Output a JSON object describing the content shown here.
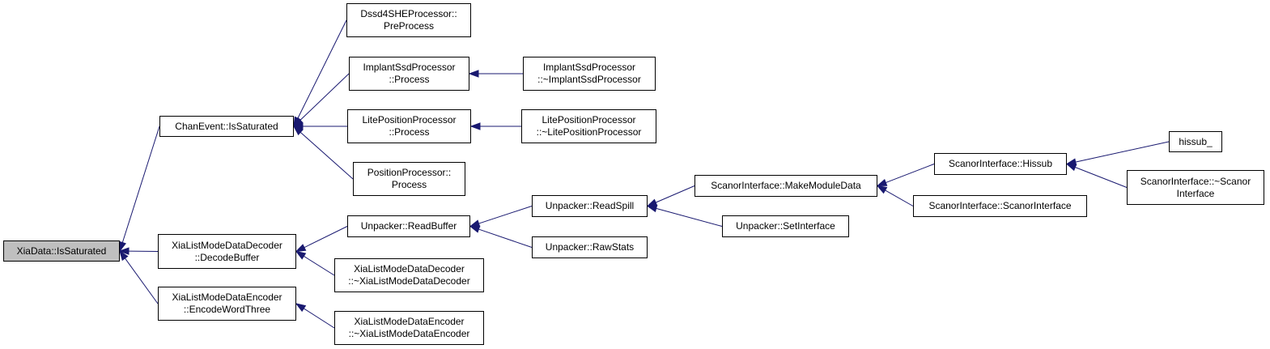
{
  "colors": {
    "edge": "#191970",
    "root_fill": "#bfbfbf",
    "node_fill": "#ffffff",
    "border": "#000000"
  },
  "nodes": [
    {
      "id": "xiadata-issaturated",
      "lines": [
        "XiaData::IsSaturated"
      ],
      "root": true
    },
    {
      "id": "chanevent-issaturated",
      "lines": [
        "ChanEvent::IsSaturated"
      ]
    },
    {
      "id": "xialistmodedatadecoder-decodebuffer",
      "lines": [
        "XiaListModeDataDecoder",
        "::DecodeBuffer"
      ]
    },
    {
      "id": "xialistmodedataencoder-encodewordthree",
      "lines": [
        "XiaListModeDataEncoder",
        "::EncodeWordThree"
      ]
    },
    {
      "id": "dssd4sheprocessor-preprocess",
      "lines": [
        "Dssd4SHEProcessor::",
        "PreProcess"
      ]
    },
    {
      "id": "implantssdprocessor-process",
      "lines": [
        "ImplantSsdProcessor",
        "::Process"
      ]
    },
    {
      "id": "litepositionprocessor-process",
      "lines": [
        "LitePositionProcessor",
        "::Process"
      ]
    },
    {
      "id": "positionprocessor-process",
      "lines": [
        "PositionProcessor::",
        "Process"
      ]
    },
    {
      "id": "implantssdprocessor-destructor",
      "lines": [
        "ImplantSsdProcessor",
        "::~ImplantSsdProcessor"
      ]
    },
    {
      "id": "litepositionprocessor-destructor",
      "lines": [
        "LitePositionProcessor",
        "::~LitePositionProcessor"
      ]
    },
    {
      "id": "unpacker-readbuffer",
      "lines": [
        "Unpacker::ReadBuffer"
      ]
    },
    {
      "id": "xialistmodedatadecoder-destructor",
      "lines": [
        "XiaListModeDataDecoder",
        "::~XiaListModeDataDecoder"
      ]
    },
    {
      "id": "xialistmodedataencoder-destructor",
      "lines": [
        "XiaListModeDataEncoder",
        "::~XiaListModeDataEncoder"
      ]
    },
    {
      "id": "unpacker-readspill",
      "lines": [
        "Unpacker::ReadSpill"
      ]
    },
    {
      "id": "unpacker-rawstats",
      "lines": [
        "Unpacker::RawStats"
      ]
    },
    {
      "id": "scanorinterface-makemoduledata",
      "lines": [
        "ScanorInterface::MakeModuleData"
      ]
    },
    {
      "id": "unpacker-setinterface",
      "lines": [
        "Unpacker::SetInterface"
      ]
    },
    {
      "id": "scanorinterface-hissub",
      "lines": [
        "ScanorInterface::Hissub"
      ]
    },
    {
      "id": "scanorinterface-scanorinterface",
      "lines": [
        "ScanorInterface::ScanorInterface"
      ]
    },
    {
      "id": "hissub",
      "lines": [
        "hissub_"
      ]
    },
    {
      "id": "scanorinterface-destructor",
      "lines": [
        "ScanorInterface::~Scanor",
        "Interface"
      ]
    }
  ],
  "edges": [
    {
      "from": "chanevent-issaturated",
      "to": "xiadata-issaturated"
    },
    {
      "from": "xialistmodedatadecoder-decodebuffer",
      "to": "xiadata-issaturated"
    },
    {
      "from": "xialistmodedataencoder-encodewordthree",
      "to": "xiadata-issaturated"
    },
    {
      "from": "dssd4sheprocessor-preprocess",
      "to": "chanevent-issaturated"
    },
    {
      "from": "implantssdprocessor-process",
      "to": "chanevent-issaturated"
    },
    {
      "from": "litepositionprocessor-process",
      "to": "chanevent-issaturated"
    },
    {
      "from": "positionprocessor-process",
      "to": "chanevent-issaturated"
    },
    {
      "from": "implantssdprocessor-destructor",
      "to": "implantssdprocessor-process"
    },
    {
      "from": "litepositionprocessor-destructor",
      "to": "litepositionprocessor-process"
    },
    {
      "from": "unpacker-readbuffer",
      "to": "xialistmodedatadecoder-decodebuffer"
    },
    {
      "from": "xialistmodedatadecoder-destructor",
      "to": "xialistmodedatadecoder-decodebuffer"
    },
    {
      "from": "xialistmodedataencoder-destructor",
      "to": "xialistmodedataencoder-encodewordthree"
    },
    {
      "from": "unpacker-readspill",
      "to": "unpacker-readbuffer"
    },
    {
      "from": "unpacker-rawstats",
      "to": "unpacker-readbuffer"
    },
    {
      "from": "scanorinterface-makemoduledata",
      "to": "unpacker-readspill"
    },
    {
      "from": "unpacker-setinterface",
      "to": "unpacker-readspill"
    },
    {
      "from": "scanorinterface-hissub",
      "to": "scanorinterface-makemoduledata"
    },
    {
      "from": "scanorinterface-scanorinterface",
      "to": "scanorinterface-makemoduledata"
    },
    {
      "from": "hissub",
      "to": "scanorinterface-hissub"
    },
    {
      "from": "scanorinterface-destructor",
      "to": "scanorinterface-hissub"
    }
  ]
}
